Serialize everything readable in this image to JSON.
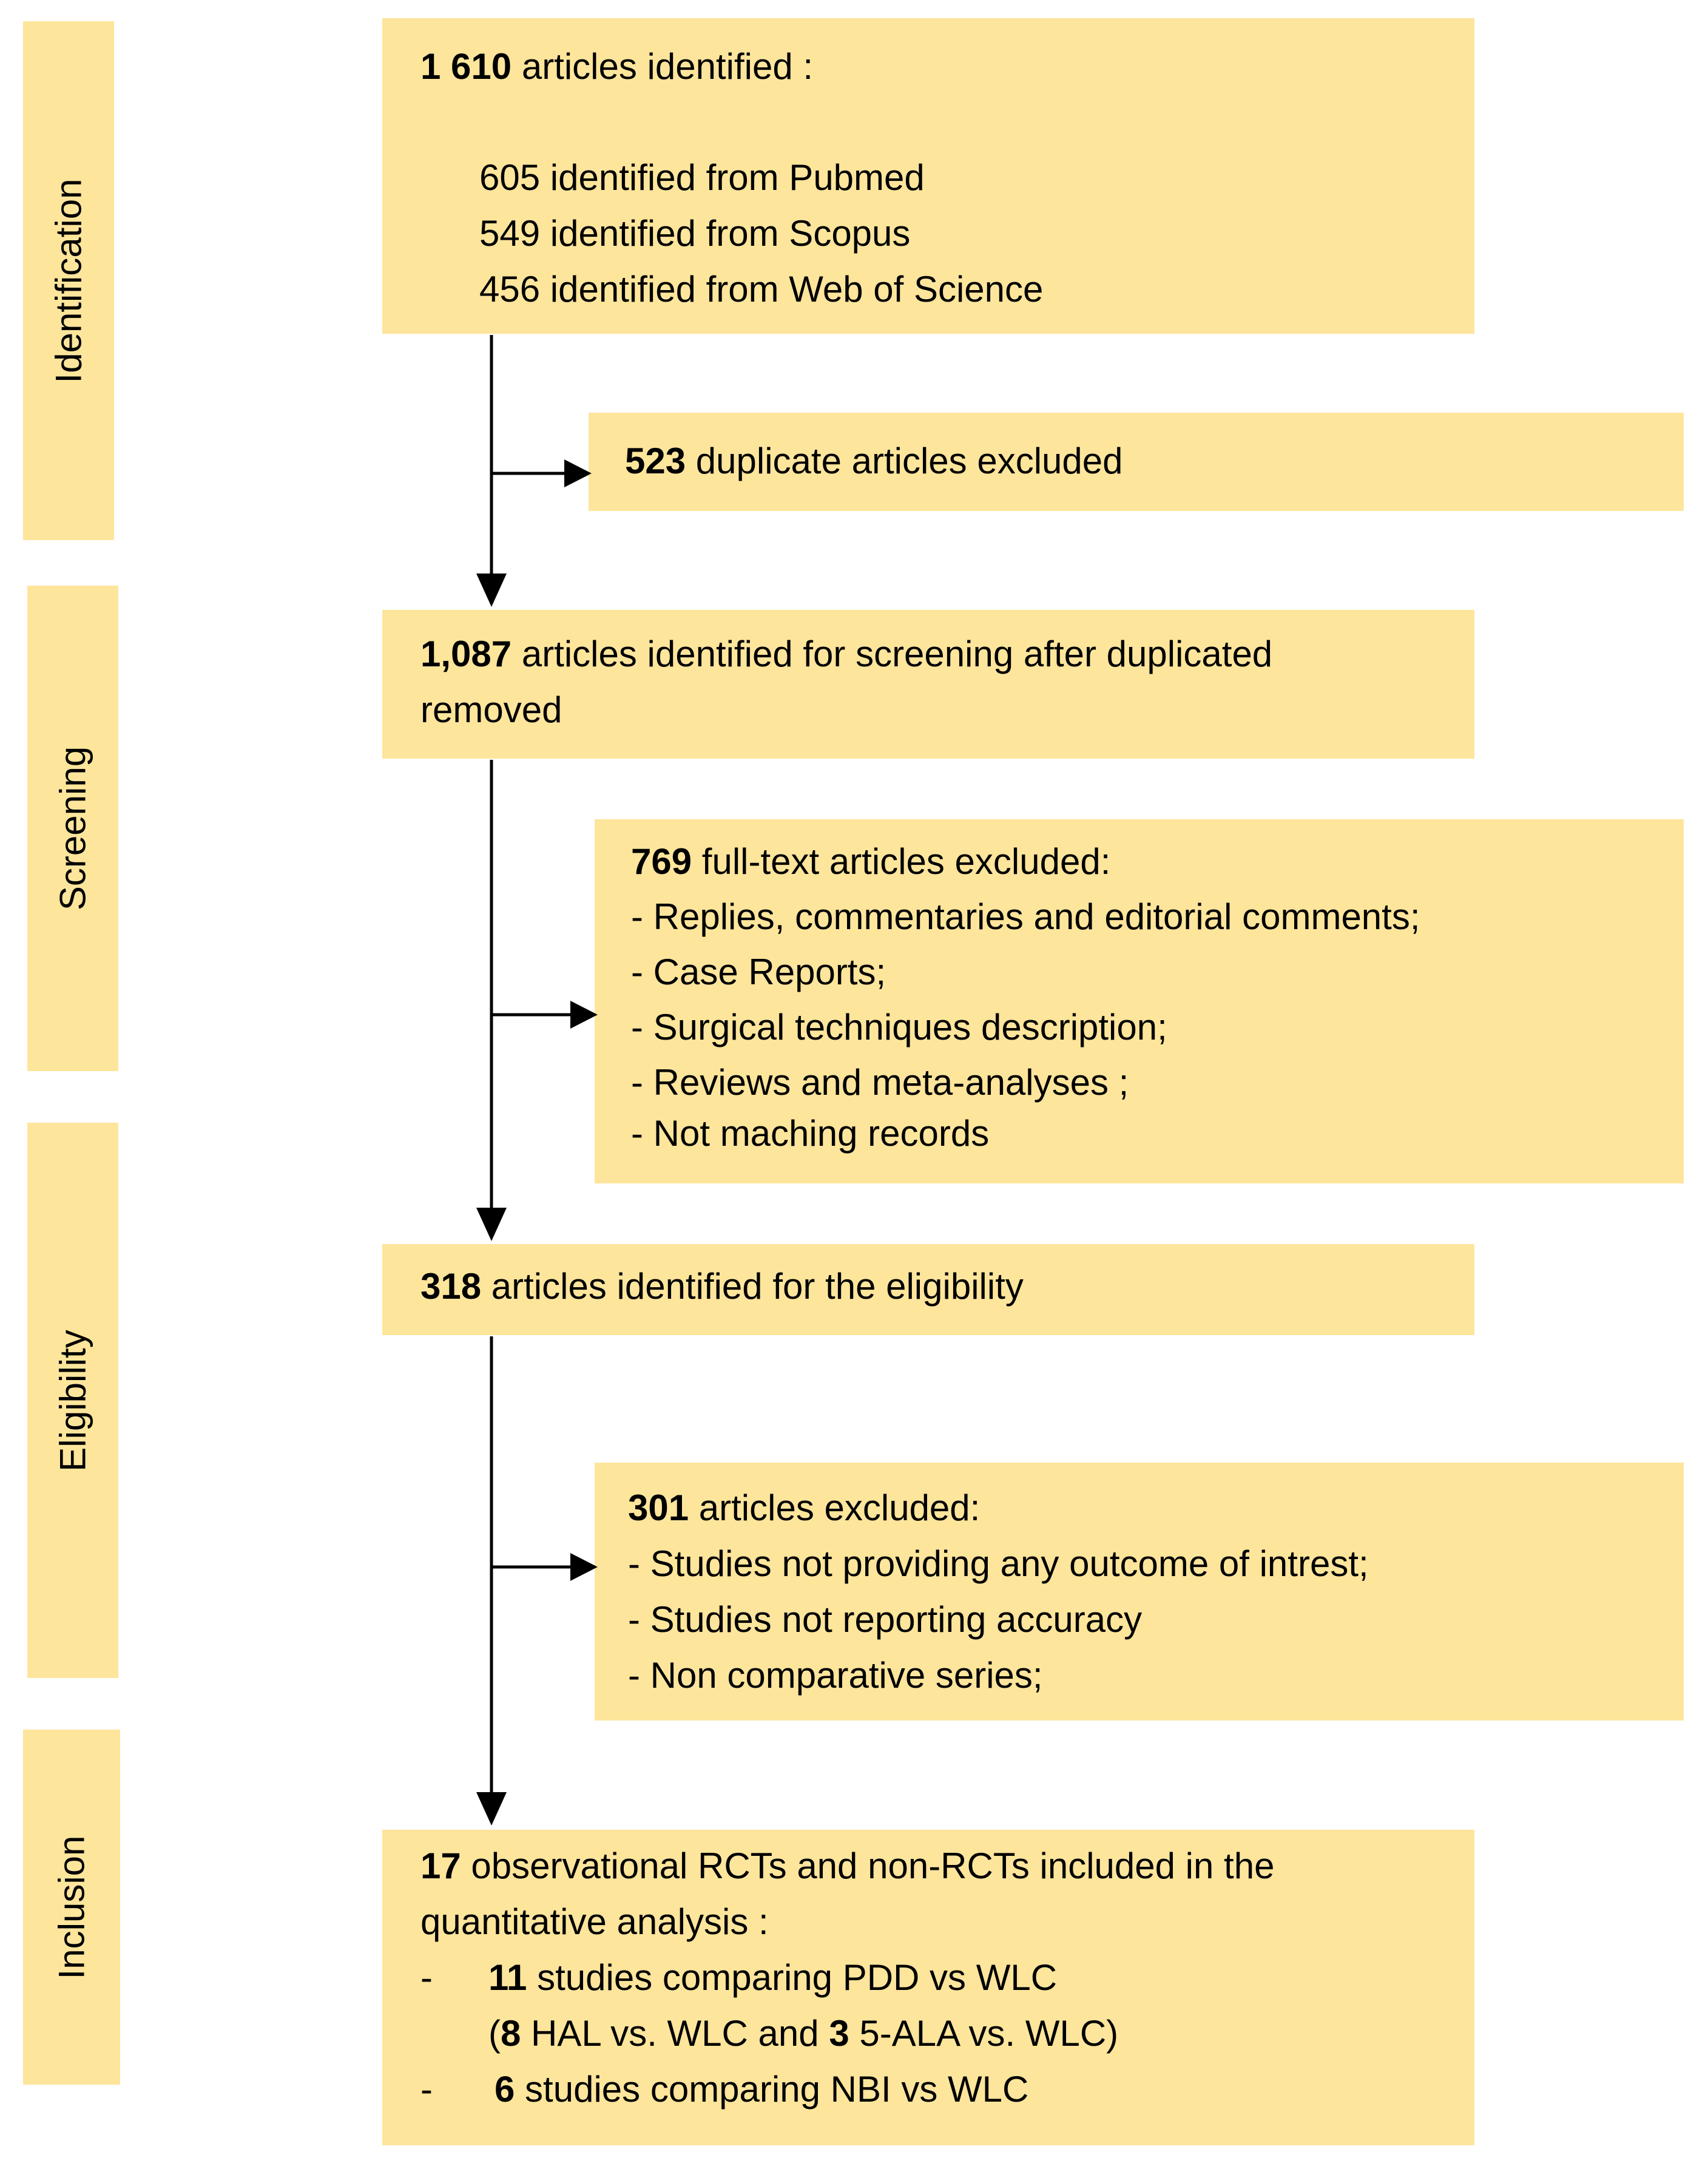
{
  "stages": {
    "identification": "Identification",
    "screening": "Screening",
    "eligibility": "Eligibility",
    "inclusion": "Inclusion"
  },
  "identified": {
    "count": "1 610",
    "text": " articles identified :",
    "sources": [
      "605 identified from Pubmed",
      "549 identified from Scopus",
      "456 identified from Web of Science"
    ]
  },
  "duplicates": {
    "count": "523",
    "text": " duplicate articles excluded"
  },
  "screening": {
    "count": "1,087",
    "text": "  articles identified  for screening after duplicated",
    "text2": "removed"
  },
  "fulltext_excluded": {
    "count": "769",
    "text": "  full-text articles excluded:",
    "reasons": [
      "- Replies, commentaries and editorial comments;",
      "- Case Reports;",
      "- Surgical techniques description;",
      "- Reviews and meta-analyses ;",
      "- Not maching records"
    ]
  },
  "eligibility": {
    "count": "318",
    "text": " articles identified for the eligibility"
  },
  "excluded2": {
    "count": "301",
    "text": " articles excluded:",
    "reasons": [
      "- Studies  not providing any outcome of intrest;",
      "- Studies not reporting accuracy",
      "- Non comparative series;"
    ]
  },
  "included": {
    "count": "17",
    "text": " observational RCTs and non-RCTs  included in the",
    "text2": "quantitative analysis :",
    "dash": "-",
    "pdd_count": "11",
    "pdd_text": " studies comparing PDD vs WLC",
    "paren_open": "(",
    "hal_count": "8",
    "hal_text": " HAL vs. WLC and ",
    "ala_count": "3",
    "ala_text": " 5-ALA vs. WLC)",
    "nbi_count": "6",
    "nbi_text": " studies comparing NBI vs WLC"
  }
}
